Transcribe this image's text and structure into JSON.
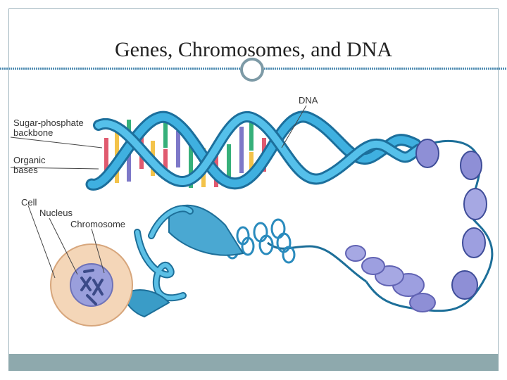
{
  "slide": {
    "title": "Genes, Chromosomes, and DNA"
  },
  "labels": {
    "dna": "DNA",
    "sugar_line1": "Sugar-phosphate",
    "sugar_line2": "backbone",
    "organic_line1": "Organic",
    "organic_line2": "bases",
    "cell": "Cell",
    "nucleus": "Nucleus",
    "chromosome": "Chromosome"
  },
  "colors": {
    "accent": "#2e7ea6",
    "helix": "#2a9bd0",
    "bottom_bar": "#8ea9ad",
    "nucleosome": "#8e8fd6",
    "cell_body": "#f4d6b8",
    "nucleus": "#9a9fdc"
  }
}
